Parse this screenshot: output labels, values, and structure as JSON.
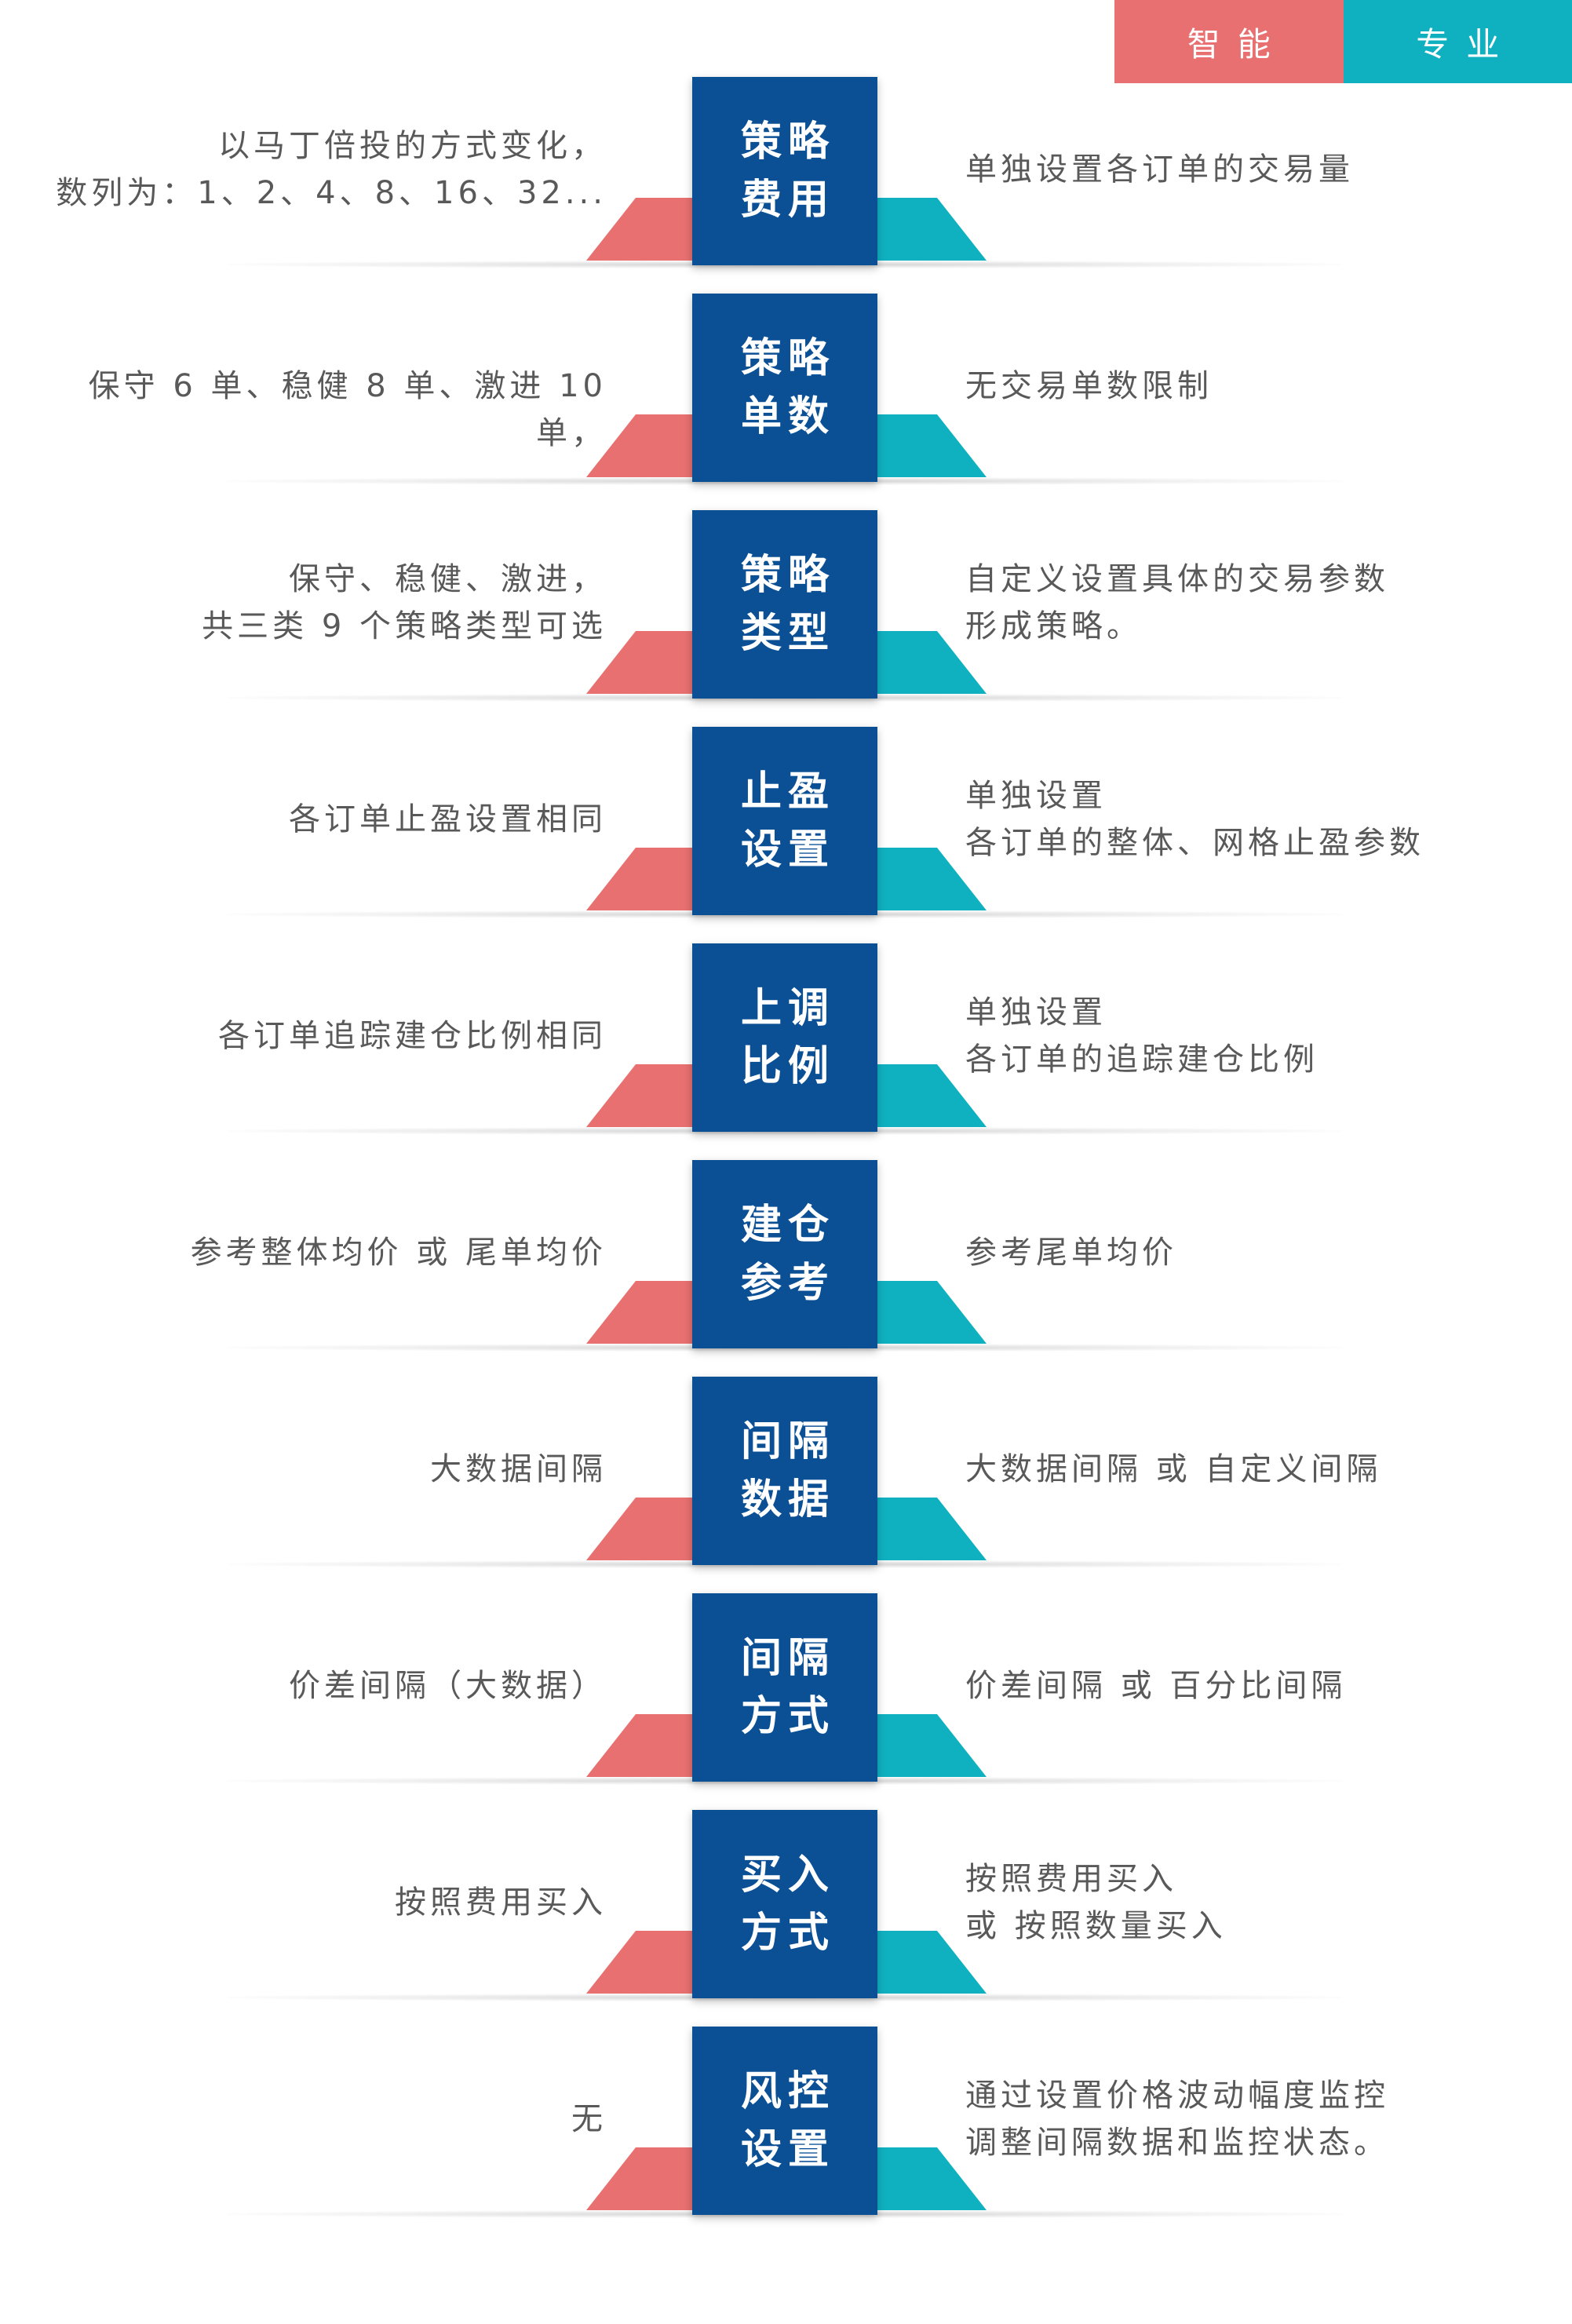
{
  "header": {
    "tab_left": "智能",
    "tab_right": "专业"
  },
  "colors": {
    "left_accent": "#e87070",
    "right_accent": "#0fb1c1",
    "center_box": "#0b4f95",
    "text": "#595959"
  },
  "rows": [
    {
      "title_line1": "策略",
      "title_line2": "费用",
      "left_lines": [
        "以马丁倍投的方式变化，",
        "数列为：1、2、4、8、16、32..."
      ],
      "right_lines": [
        "单独设置各订单的交易量"
      ]
    },
    {
      "title_line1": "策略",
      "title_line2": "单数",
      "left_lines": [
        "保守 6 单、稳健 8 单、激进 10单，"
      ],
      "right_lines": [
        "无交易单数限制"
      ]
    },
    {
      "title_line1": "策略",
      "title_line2": "类型",
      "left_lines": [
        "保守、稳健、激进，",
        "共三类 9 个策略类型可选"
      ],
      "right_lines": [
        "自定义设置具体的交易参数",
        "形成策略。"
      ]
    },
    {
      "title_line1": "止盈",
      "title_line2": "设置",
      "left_lines": [
        "各订单止盈设置相同"
      ],
      "right_lines": [
        "单独设置",
        "各订单的整体、网格止盈参数"
      ]
    },
    {
      "title_line1": "上调",
      "title_line2": "比例",
      "left_lines": [
        "各订单追踪建仓比例相同"
      ],
      "right_lines": [
        "单独设置",
        "各订单的追踪建仓比例"
      ]
    },
    {
      "title_line1": "建仓",
      "title_line2": "参考",
      "left_lines": [
        "参考整体均价 或 尾单均价"
      ],
      "right_lines": [
        "参考尾单均价"
      ]
    },
    {
      "title_line1": "间隔",
      "title_line2": "数据",
      "left_lines": [
        "大数据间隔"
      ],
      "right_lines": [
        "大数据间隔 或 自定义间隔"
      ]
    },
    {
      "title_line1": "间隔",
      "title_line2": "方式",
      "left_lines": [
        "价差间隔（大数据）"
      ],
      "right_lines": [
        "价差间隔 或 百分比间隔"
      ]
    },
    {
      "title_line1": "买入",
      "title_line2": "方式",
      "left_lines": [
        "按照费用买入"
      ],
      "right_lines": [
        "按照费用买入",
        "或 按照数量买入"
      ]
    },
    {
      "title_line1": "风控",
      "title_line2": "设置",
      "left_lines": [
        "无"
      ],
      "right_lines": [
        "通过设置价格波动幅度监控",
        "调整间隔数据和监控状态。"
      ]
    }
  ]
}
